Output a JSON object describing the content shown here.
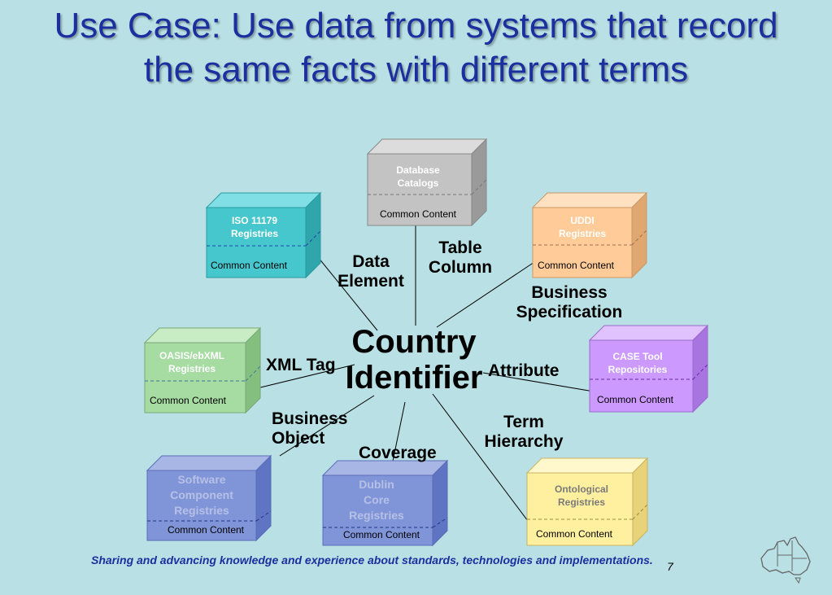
{
  "title_line1": "Use Case: Use data from systems that record",
  "title_line2": "the same facts with different terms",
  "center": {
    "line1": "Country",
    "line2": "Identifier"
  },
  "boxes": {
    "database": {
      "line1": "Database",
      "line2": "Catalogs",
      "content": "Common Content",
      "color": "#c3c3c3",
      "text_color": "#ffffff"
    },
    "iso": {
      "line1": "ISO 11179",
      "line2": "Registries",
      "content": "Common Content",
      "color": "#46c7cd",
      "text_color": "#ffffff"
    },
    "uddi": {
      "line1": "UDDI",
      "line2": "Registries",
      "content": "Common Content",
      "color": "#ffcc99",
      "text_color": "#ffffff"
    },
    "oasis": {
      "line1": "OASIS/ebXML",
      "line2": "Registries",
      "content": "Common Content",
      "color": "#a6dba2",
      "text_color": "#ffffff"
    },
    "case": {
      "line1": "CASE Tool",
      "line2": "Repositories",
      "content": "Common Content",
      "color": "#cc99ff",
      "text_color": "#ffffff"
    },
    "software": {
      "line1": "Software",
      "line2": "Component",
      "line3": "Registries",
      "content": "Common Content",
      "color": "#8094d8",
      "text_color": "#b6c0e6"
    },
    "dublin": {
      "line1": "Dublin",
      "line2": "Core",
      "line3": "Registries",
      "content": "Common Content",
      "color": "#8094d8",
      "text_color": "#b6c0e6"
    },
    "ontological": {
      "line1": "Ontological",
      "line2": "Registries",
      "content": "Common Content",
      "color": "#fff0a0",
      "text_color": "#7a7a7a"
    }
  },
  "terms": {
    "data_element": {
      "line1": "Data",
      "line2": "Element"
    },
    "table_column": {
      "line1": "Table",
      "line2": "Column"
    },
    "business_spec": {
      "line1": "Business",
      "line2": "Specification"
    },
    "xml_tag": {
      "line1": "XML Tag"
    },
    "attribute": {
      "line1": "Attribute"
    },
    "business_object": {
      "line1": "Business",
      "line2": "Object"
    },
    "coverage": {
      "line1": "Coverage"
    },
    "term_hierarchy": {
      "line1": "Term",
      "line2": "Hierarchy"
    }
  },
  "footer": "Sharing and advancing knowledge and experience about standards, technologies and implementations.",
  "page_number": "7",
  "logo_icon": "australia-map-icon"
}
